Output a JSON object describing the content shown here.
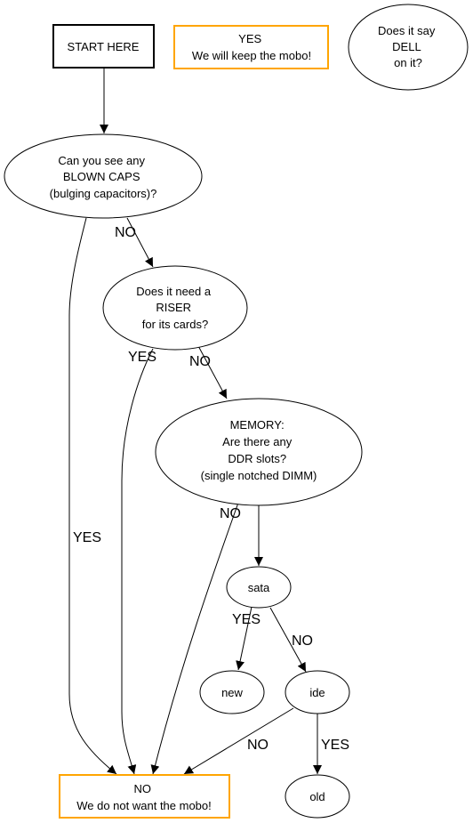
{
  "colors": {
    "outcome_border": "#ffa500",
    "line": "#000000",
    "background": "#ffffff"
  },
  "nodes": {
    "start": {
      "lines": [
        "START HERE"
      ]
    },
    "yes_keep": {
      "lines": [
        "YES",
        "We will keep the mobo!"
      ]
    },
    "dell": {
      "lines": [
        "Does it say",
        "DELL",
        "on it?"
      ]
    },
    "caps": {
      "lines": [
        "Can you see any",
        "BLOWN CAPS",
        "(bulging capacitors)?"
      ]
    },
    "riser": {
      "lines": [
        "Does it need a",
        "RISER",
        "for its cards?"
      ]
    },
    "memory": {
      "lines": [
        "MEMORY:",
        "Are there any",
        "DDR slots?",
        "(single notched DIMM)"
      ]
    },
    "sata": {
      "lines": [
        "sata"
      ]
    },
    "new": {
      "lines": [
        "new"
      ]
    },
    "ide": {
      "lines": [
        "ide"
      ]
    },
    "old": {
      "lines": [
        "old"
      ]
    },
    "no_want": {
      "lines": [
        "NO",
        "We do not want the mobo!"
      ]
    }
  },
  "edge_labels": {
    "caps_riser": "NO",
    "caps_no": "YES",
    "riser_no": "YES",
    "riser_memory": "NO",
    "memory_no": "NO",
    "sata_new": "YES",
    "sata_ide": "NO",
    "ide_no": "NO",
    "ide_old": "YES"
  }
}
